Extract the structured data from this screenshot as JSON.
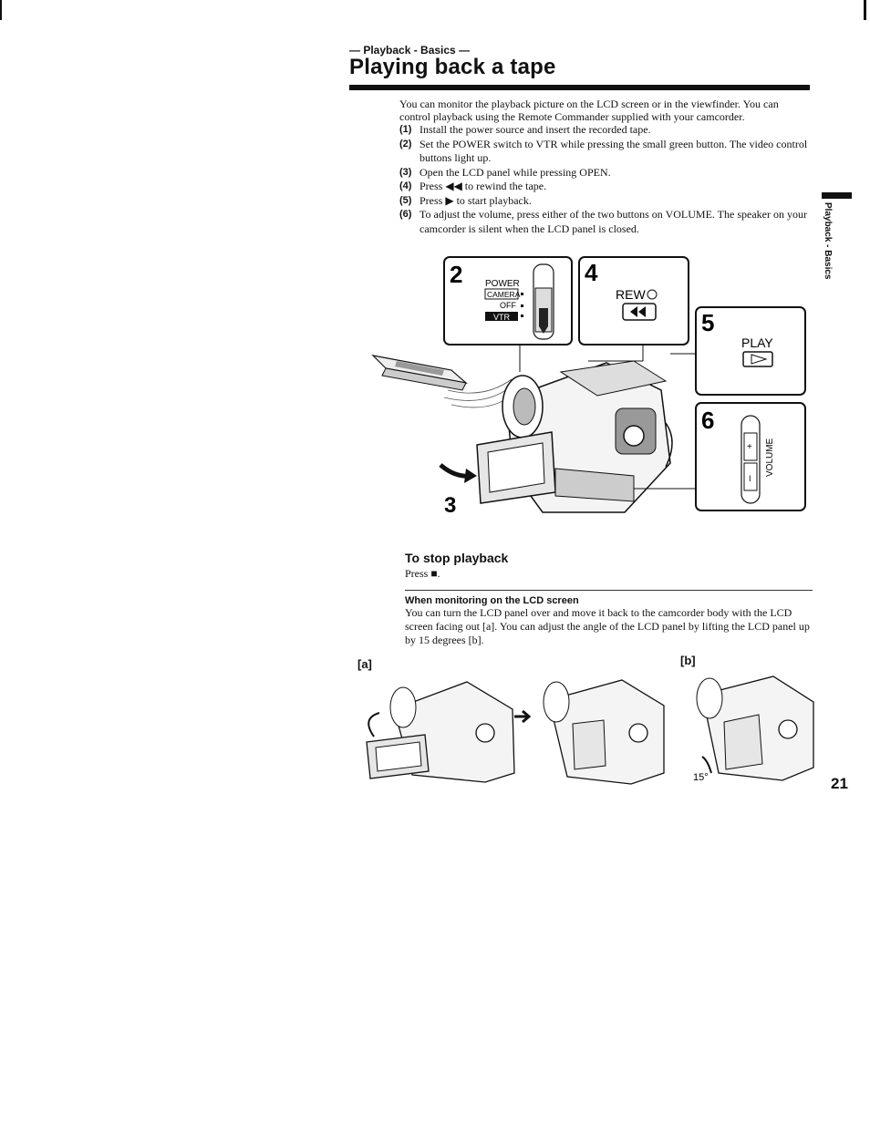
{
  "header": {
    "section_label": "— Playback - Basics —",
    "title": "Playing back a tape"
  },
  "intro": "You can monitor the playback picture on the LCD screen or in the viewfinder. You can control playback using the Remote Commander supplied with your camcorder.",
  "steps": [
    {
      "num": "(1)",
      "text": "Install the power source and insert the recorded tape."
    },
    {
      "num": "(2)",
      "text": "Set the POWER switch to VTR while pressing the small green button. The video control buttons light up."
    },
    {
      "num": "(3)",
      "text": "Open the LCD panel while pressing OPEN."
    },
    {
      "num": "(4)",
      "text": "Press ◀◀ to rewind the tape."
    },
    {
      "num": "(5)",
      "text": "Press ▶ to start playback."
    },
    {
      "num": "(6)",
      "text": "To adjust the volume, press either of the two buttons on VOLUME. The speaker on your camcorder is silent when the LCD panel is closed."
    }
  ],
  "side_tab": "Playback - Basics",
  "figure": {
    "panel2": {
      "number": "2",
      "power": "POWER",
      "camera": "CAMERA",
      "off": "OFF",
      "vtr": "VTR"
    },
    "panel4": {
      "number": "4",
      "label": "REW"
    },
    "panel5": {
      "number": "5",
      "label": "PLAY"
    },
    "panel6": {
      "number": "6",
      "label": "VOLUME"
    },
    "step3": "3"
  },
  "stop_section": {
    "title": "To stop playback",
    "body": "Press ■."
  },
  "lcd_section": {
    "title": "When monitoring on the LCD screen",
    "body": "You can turn the LCD panel over and move it back to the camcorder body with the LCD screen facing out [a]. You can adjust the angle of the LCD panel by lifting the LCD panel up by 15 degrees [b]."
  },
  "bottom_figure": {
    "label_a": "[a]",
    "label_b": "[b]",
    "angle": "15°"
  },
  "page_number": "21"
}
